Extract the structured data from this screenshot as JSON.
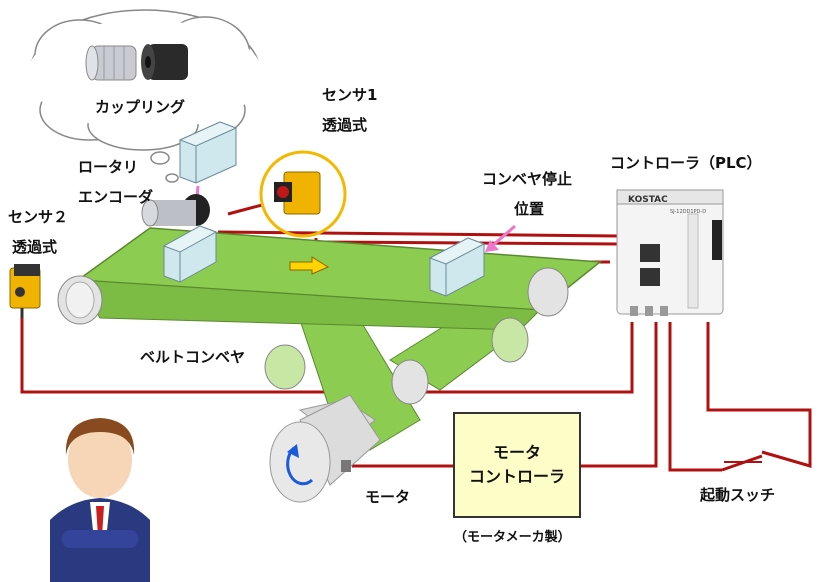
{
  "labels": {
    "coupling": "カップリング",
    "rotary_encoder_line1": "ロータリ",
    "rotary_encoder_line2": "エンコーダ",
    "sensor1_line1": "センサ1",
    "sensor1_line2": "透過式",
    "sensor2_line1": "センサ２",
    "sensor2_line2": "透過式",
    "stop_position_line1": "コンベヤ停止",
    "stop_position_line2": "位置",
    "controller": "コントローラ（PLC）",
    "belt_conveyor": "ベルトコンベヤ",
    "motor": "モータ",
    "motor_controller_line1": "モータ",
    "motor_controller_line2": "コントローラ",
    "motor_maker": "（モータメーカ製）",
    "start_switch": "起動スッチ",
    "plc_brand": "KOSTAC",
    "plc_model": "SJ-12DD1PD-D"
  },
  "colors": {
    "wire": "#b01010",
    "belt": "#8ccc50",
    "belt_edge": "#5a8a30",
    "box_face": "#cfe8ee",
    "sensor_yellow": "#f0b400",
    "highlight_ring": "#f5b800",
    "pointer_arrow": "#ee77cc",
    "motor_controller_fill": "#fdfdc8"
  },
  "icons": {
    "coupling": "coupling-icon",
    "encoder": "rotary-encoder-icon",
    "sensor": "photoelectric-sensor-icon",
    "plc": "plc-icon",
    "motor": "motor-icon",
    "person": "thinking-person-icon",
    "switch": "switch-icon"
  }
}
